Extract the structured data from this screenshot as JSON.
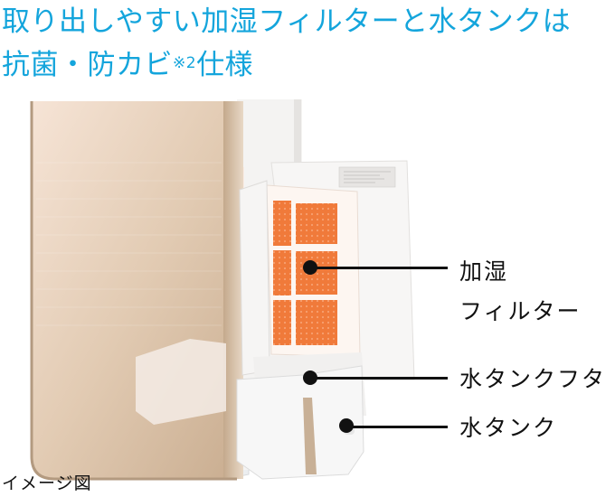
{
  "headline": {
    "line1": "取り出しやすい加湿フィルターと水タンクは",
    "line2_main": "抗菌・防カビ",
    "line2_sup": "※2",
    "line2_tail": "仕様",
    "color": "#14a5dc"
  },
  "illustration": {
    "subject": "humidifier-air-purifier-with-open-side-panel",
    "colors": {
      "panel_champagne": "#d9c2a8",
      "frame_gold": "#b89e82",
      "body_white": "#f3f1ef",
      "filter_orange": "#f07a3a"
    }
  },
  "callouts": [
    {
      "label_line1": "加湿",
      "label_line2": "フィルター"
    },
    {
      "label_line1": "水タンクフタ"
    },
    {
      "label_line1": "水タンク"
    }
  ],
  "caption": "イメージ図"
}
